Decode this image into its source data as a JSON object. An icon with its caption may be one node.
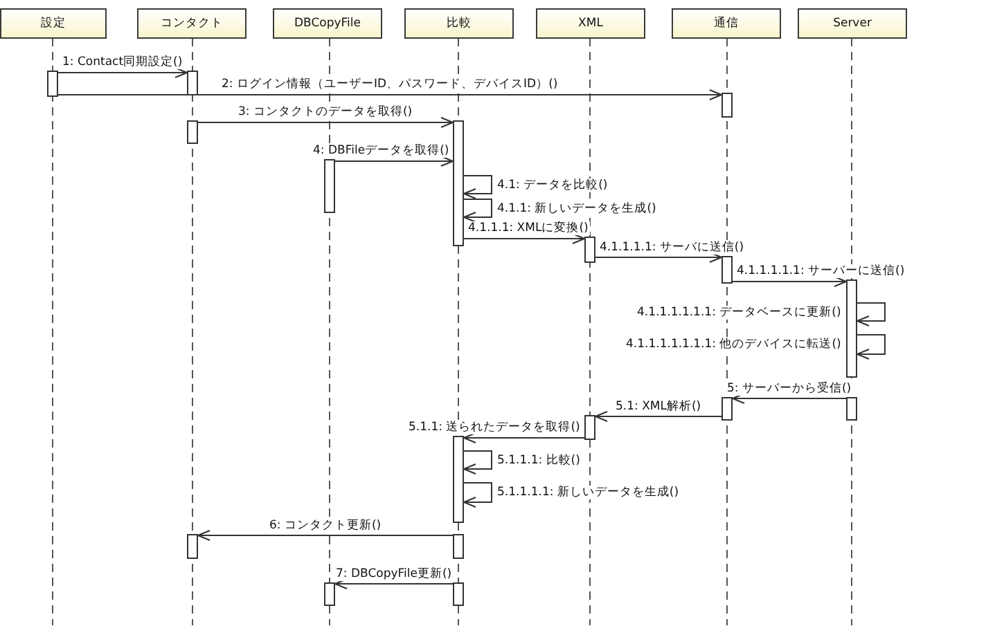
{
  "diagram": {
    "nodes": [
      {
        "text": [
          "設定"
        ]
      },
      {
        "text": [
          "コンタクト"
        ]
      },
      {
        "text": [
          "DBCopyFile"
        ]
      },
      {
        "text": [
          "比較"
        ]
      },
      {
        "text": [
          "XML"
        ]
      },
      {
        "text": [
          "通信"
        ]
      },
      {
        "text": [
          "Server"
        ]
      },
      {
        "text": [],
        "shape": "bar"
      },
      {
        "text": [],
        "shape": "bar"
      },
      {
        "text": [],
        "shape": "bar"
      },
      {
        "text": [],
        "shape": "bar"
      },
      {
        "text": [],
        "shape": "bar"
      },
      {
        "text": [],
        "shape": "bar"
      },
      {
        "text": [],
        "shape": "bar"
      },
      {
        "text": [],
        "shape": "bar"
      },
      {
        "text": [],
        "shape": "bar"
      },
      {
        "text": [],
        "shape": "bar"
      },
      {
        "text": [],
        "shape": "bar"
      },
      {
        "text": [],
        "shape": "bar"
      },
      {
        "text": [],
        "shape": "bar"
      },
      {
        "text": [],
        "shape": "bar"
      },
      {
        "text": [],
        "shape": "bar"
      },
      {
        "text": [],
        "shape": "bar"
      },
      {
        "text": [],
        "shape": "bar"
      }
    ],
    "edges": [
      {
        "from": 7,
        "to": 8,
        "arrow": "to",
        "label": "1: Contact同期設定()"
      },
      {
        "from": 7,
        "to": 9,
        "arrow": "to",
        "label": "2: ログイン情報（ユーザーID、パスワード、デバイスID）()"
      },
      {
        "from": 10,
        "to": 11,
        "arrow": "to",
        "label": "3: コンタクトのデータを取得()"
      },
      {
        "from": 12,
        "to": 11,
        "arrow": "to",
        "label": "4: DBFileデータを取得()"
      },
      {
        "from": 11,
        "to": 11,
        "arrow": "to",
        "label": "4.1: データを比較()"
      },
      {
        "from": 11,
        "to": 11,
        "arrow": "to",
        "label": "4.1.1: 新しいデータを生成()"
      },
      {
        "from": 11,
        "to": 13,
        "arrow": "to",
        "label": "4.1.1.1: XMLに変換()"
      },
      {
        "from": 13,
        "to": 14,
        "arrow": "to",
        "label": "4.1.1.1.1: サーバに送信()"
      },
      {
        "from": 14,
        "to": 15,
        "arrow": "to",
        "label": "4.1.1.1.1.1: サーバーに送信()"
      },
      {
        "from": 15,
        "to": 15,
        "arrow": "to",
        "label": "4.1.1.1.1.1.1: データベースに更新()"
      },
      {
        "from": 15,
        "to": 15,
        "arrow": "to",
        "label": "4.1.1.1.1.1.1.1: 他のデバイスに転送()"
      },
      {
        "from": 16,
        "to": 17,
        "arrow": "to",
        "label": "5: サーバーから受信()"
      },
      {
        "from": 17,
        "to": 18,
        "arrow": "to",
        "label": "5.1: XML解析()"
      },
      {
        "from": 18,
        "to": 19,
        "arrow": "to",
        "label": "5.1.1: 送られたデータを取得()"
      },
      {
        "from": 19,
        "to": 19,
        "arrow": "to",
        "label": "5.1.1.1: 比較()"
      },
      {
        "from": 19,
        "to": 19,
        "arrow": "to",
        "label": "5.1.1.1.1: 新しいデータを生成()"
      },
      {
        "from": 20,
        "to": 21,
        "arrow": "to",
        "label": "6: コンタクト更新()"
      },
      {
        "from": 22,
        "to": 23,
        "arrow": "to",
        "label": "7: DBCopyFile更新()"
      }
    ]
  }
}
